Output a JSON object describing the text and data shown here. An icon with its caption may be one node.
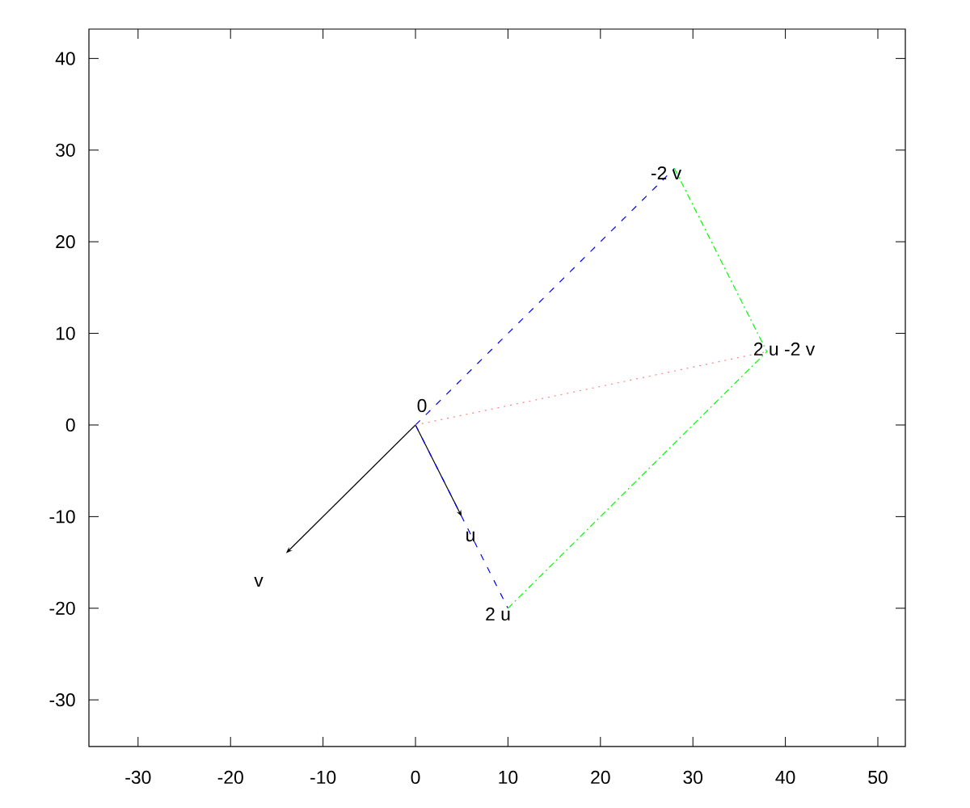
{
  "diagram": {
    "nodes": [
      {
        "text": [
          "0"
        ]
      },
      {
        "text": [
          "u"
        ]
      },
      {
        "text": [
          "v"
        ]
      },
      {
        "text": [
          "2 u"
        ]
      },
      {
        "text": [
          "-2 v"
        ]
      },
      {
        "text": [
          "2 u -2 v"
        ]
      }
    ],
    "edges": [
      {
        "from": 0,
        "to": 1,
        "arrow": "to",
        "color": "#000000"
      },
      {
        "from": 0,
        "to": 2,
        "arrow": "to",
        "color": "#000000"
      },
      {
        "from": 0,
        "to": 3,
        "arrow": "none",
        "style": "dashed",
        "color": "#0000ff"
      },
      {
        "from": 0,
        "to": 4,
        "arrow": "none",
        "style": "dashed",
        "color": "#0000ff"
      },
      {
        "from": 3,
        "to": 5,
        "arrow": "none",
        "style": "dashed",
        "color": "#00ff00"
      },
      {
        "from": 4,
        "to": 5,
        "arrow": "none",
        "style": "dashed",
        "color": "#00ff00"
      },
      {
        "from": 0,
        "to": 5,
        "arrow": "none",
        "style": "dashed",
        "color": "#ff8080"
      }
    ],
    "labels": [
      "40",
      "30",
      "20",
      "10",
      "0",
      "-10",
      "-20",
      "-30",
      "-30",
      "-20",
      "-10",
      "0",
      "10",
      "20",
      "30",
      "40",
      "50"
    ]
  }
}
